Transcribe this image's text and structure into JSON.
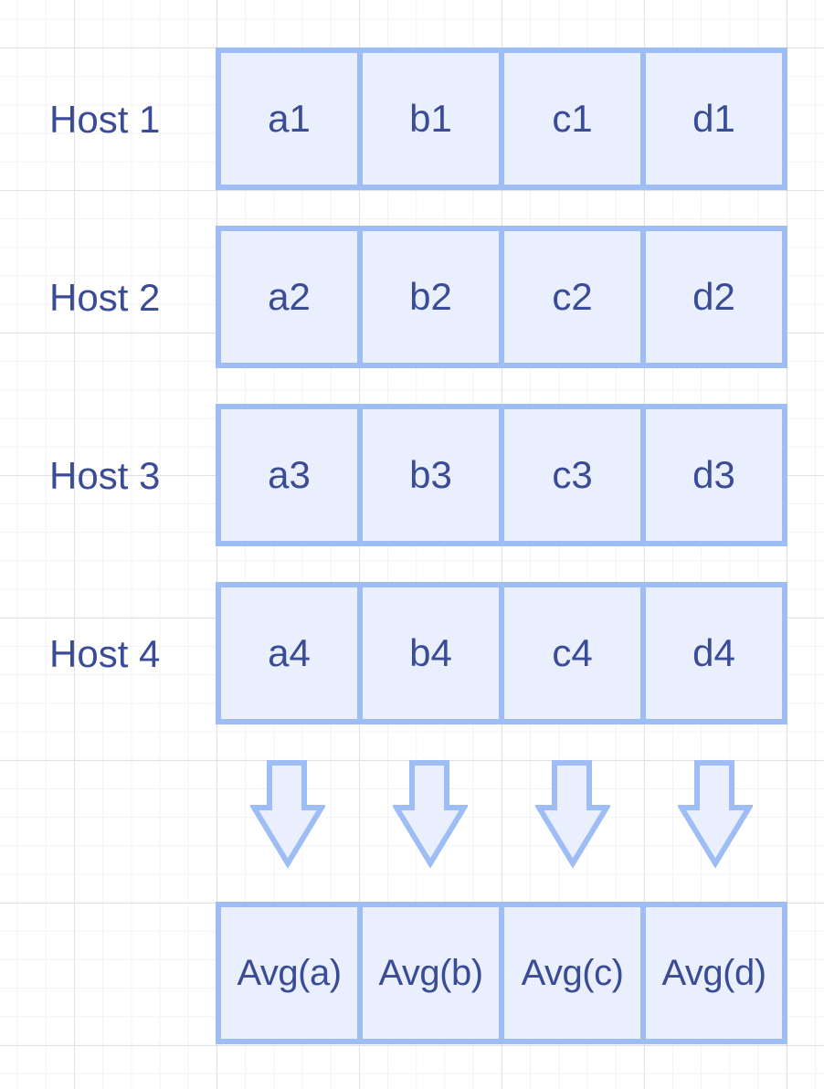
{
  "rows": [
    {
      "label": "Host 1",
      "cells": [
        "a1",
        "b1",
        "c1",
        "d1"
      ]
    },
    {
      "label": "Host 2",
      "cells": [
        "a2",
        "b2",
        "c2",
        "d2"
      ]
    },
    {
      "label": "Host 3",
      "cells": [
        "a3",
        "b3",
        "c3",
        "d3"
      ]
    },
    {
      "label": "Host 4",
      "cells": [
        "a4",
        "b4",
        "c4",
        "d4"
      ]
    }
  ],
  "result": [
    "Avg(a)",
    "Avg(b)",
    "Avg(c)",
    "Avg(d)"
  ],
  "colors": {
    "cell_fill": "#e9effc",
    "cell_border": "#9dbdf4",
    "text": "#3b4c96"
  }
}
